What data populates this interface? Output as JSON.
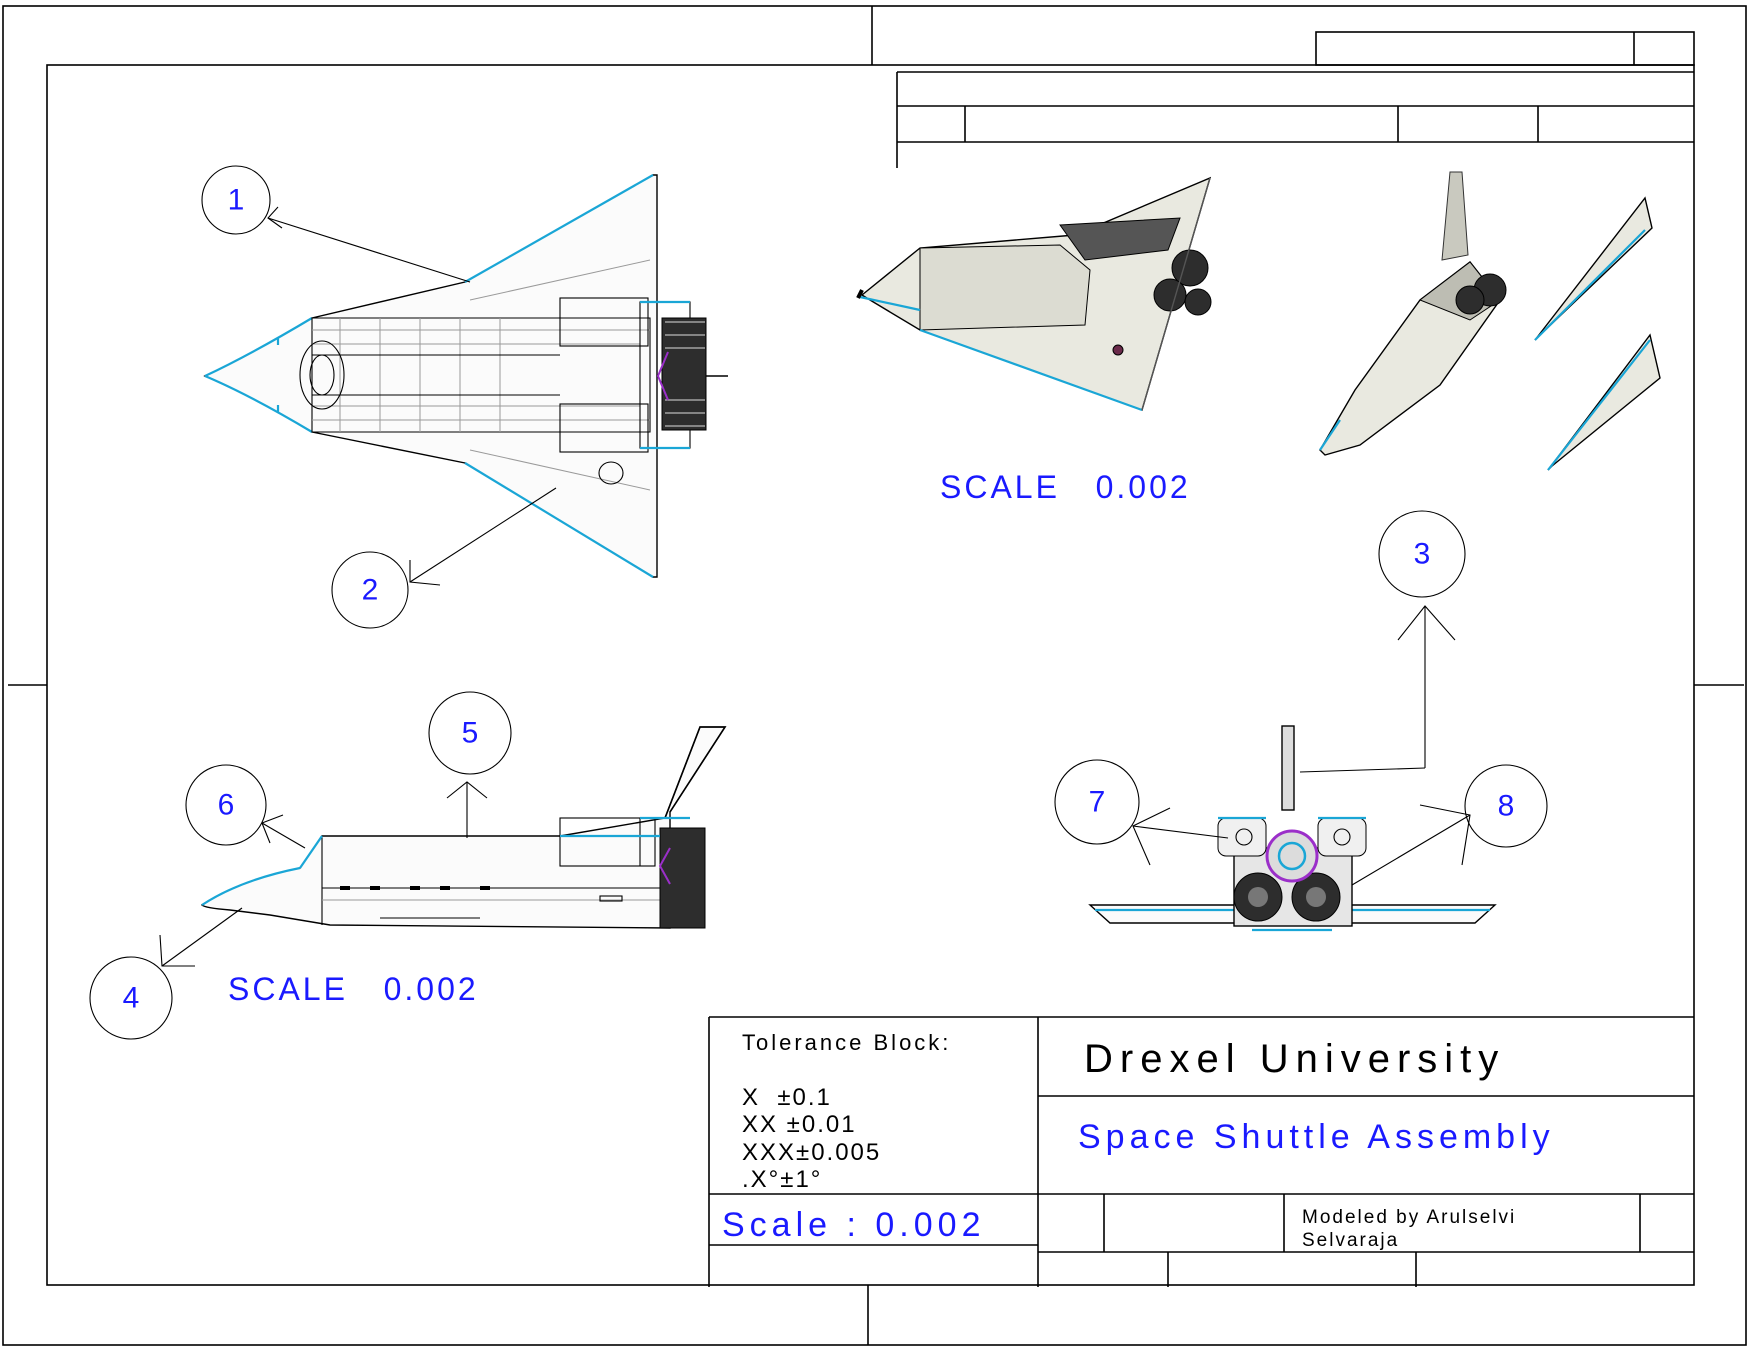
{
  "balloons": [
    {
      "id": "1",
      "label": "1"
    },
    {
      "id": "2",
      "label": "2"
    },
    {
      "id": "3",
      "label": "3"
    },
    {
      "id": "4",
      "label": "4"
    },
    {
      "id": "5",
      "label": "5"
    },
    {
      "id": "6",
      "label": "6"
    },
    {
      "id": "7",
      "label": "7"
    },
    {
      "id": "8",
      "label": "8"
    }
  ],
  "view_scales": {
    "iso": "SCALE   0.002",
    "side": "SCALE   0.002"
  },
  "tolerance_block": {
    "title": "Tolerance Block:",
    "lines": [
      "X  ±0.1",
      "XX ±0.01",
      "XXX±0.005",
      ".X°±1°"
    ]
  },
  "title_block": {
    "organization": "Drexel University",
    "drawing_title": "Space Shuttle Assembly",
    "scale": "Scale : 0.002",
    "modeled_by_line1": "Modeled by Arulselvi",
    "modeled_by_line2": "Selvaraja"
  },
  "colors": {
    "annotation": "#1a1aff",
    "edge_highlight": "#1aa6d6",
    "engine_highlight": "#9b2fc9",
    "body_fill": "#e9e9e0"
  }
}
